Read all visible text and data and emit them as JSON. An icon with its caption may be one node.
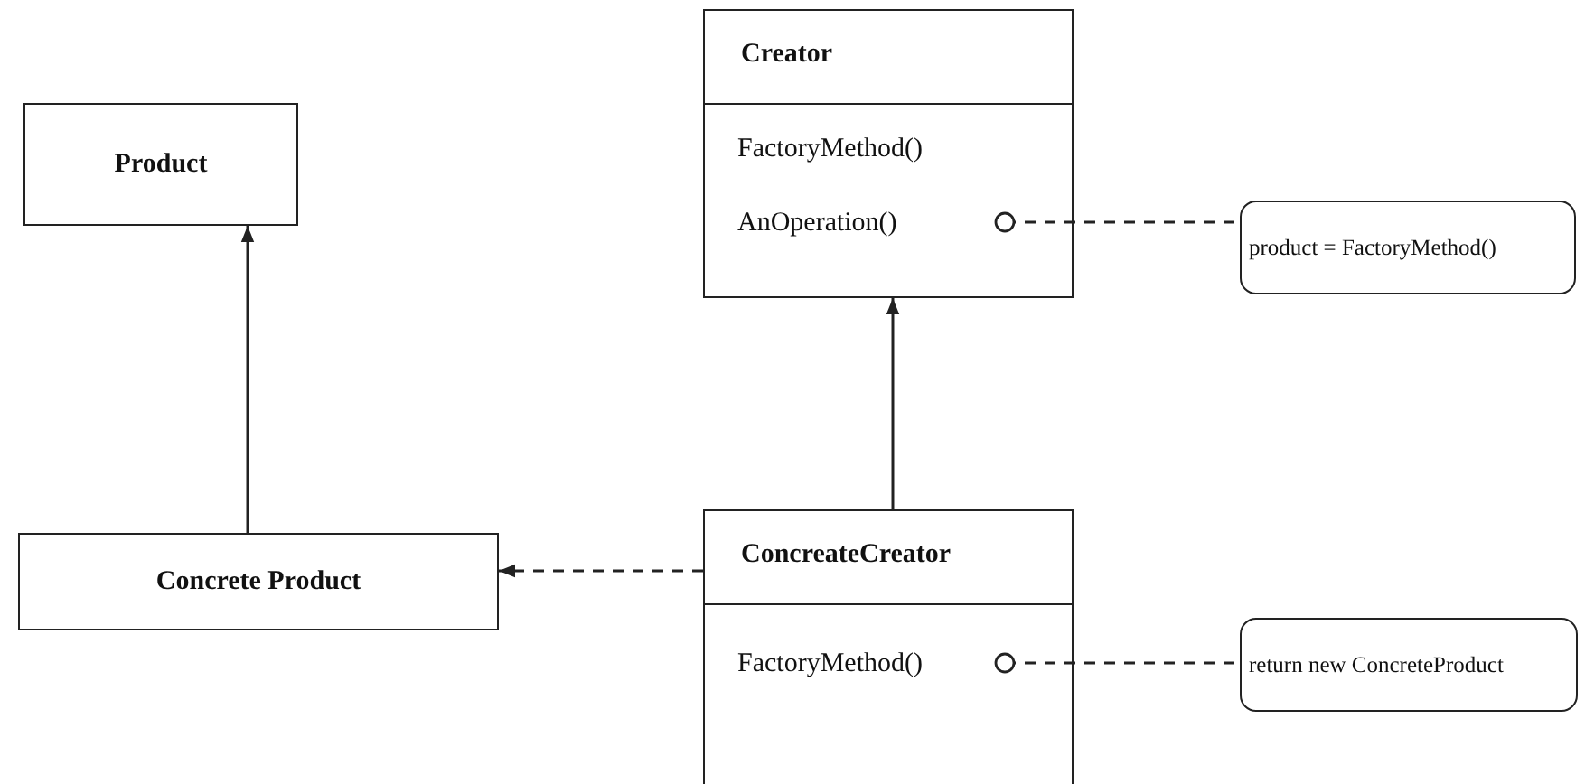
{
  "diagram": {
    "nodes": [
      {
        "text": [
          "Product"
        ]
      },
      {
        "text": [
          "Concrete Product"
        ]
      },
      {
        "text": [
          "Creator",
          "FactoryMethod()",
          "AnOperation()"
        ]
      },
      {
        "text": [
          "ConcreateCreator",
          "FactoryMethod()"
        ]
      },
      {
        "text": [
          "product = FactoryMethod()"
        ]
      },
      {
        "text": [
          "return new ConcreteProduct"
        ]
      }
    ],
    "edges": [
      {
        "from": 1,
        "to": 0,
        "arrow": "to"
      },
      {
        "from": 3,
        "to": 2,
        "arrow": "to"
      },
      {
        "from": 3,
        "to": 1,
        "arrow": "to",
        "style": "dashed"
      },
      {
        "from": 2,
        "to": 4,
        "arrow": "other",
        "style": "dashed"
      },
      {
        "from": 3,
        "to": 5,
        "arrow": "other",
        "style": "dashed"
      }
    ]
  }
}
